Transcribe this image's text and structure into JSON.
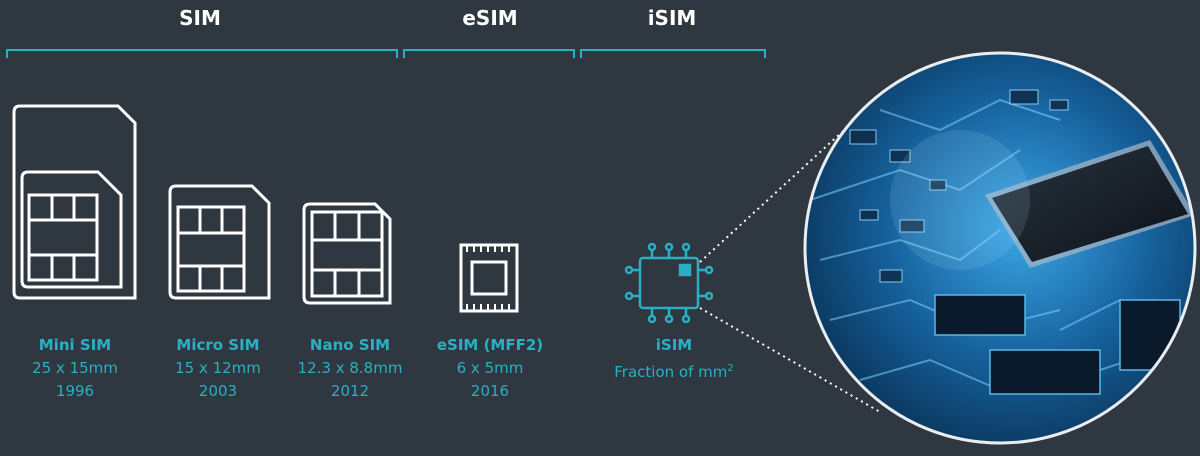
{
  "headers": {
    "sim": "SIM",
    "esim": "eSIM",
    "isim": "iSIM"
  },
  "cards": [
    {
      "name": "Mini SIM",
      "size": "25 x 15mm",
      "year": "1996"
    },
    {
      "name": "Micro SIM",
      "size": "15 x 12mm",
      "year": "2003"
    },
    {
      "name": "Nano SIM",
      "size": "12.3 x 8.8mm",
      "year": "2012"
    },
    {
      "name": "eSIM (MFF2)",
      "size": "6 x 5mm",
      "year": "2016"
    },
    {
      "name": "iSIM",
      "size_text": "Fraction of mm",
      "size_sup": "2"
    }
  ],
  "colors": {
    "background": "#2f3740",
    "accent": "#2ab0c4",
    "outline": "#ffffff"
  }
}
